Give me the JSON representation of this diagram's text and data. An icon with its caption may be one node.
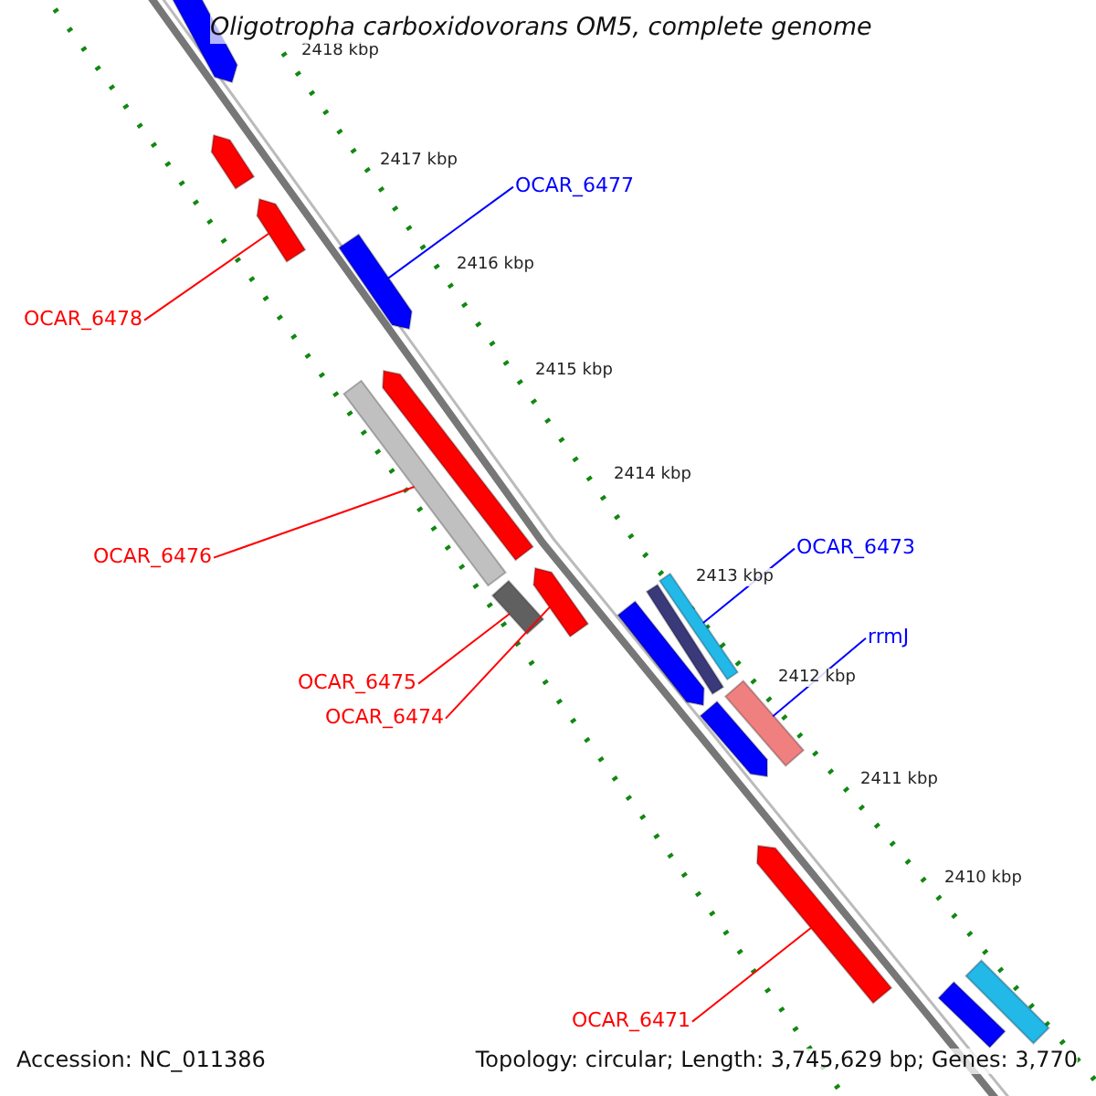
{
  "diagram": {
    "title": "Oligotropha carboxidovorans OM5, complete genome",
    "nodes": [
      {
        "text": [
          "OCAR_6477"
        ]
      },
      {
        "text": [
          "OCAR_6478"
        ]
      },
      {
        "text": [
          "OCAR_6473"
        ]
      },
      {
        "text": [
          "OCAR_6476"
        ]
      },
      {
        "text": [
          "rrmJ"
        ]
      },
      {
        "text": [
          "OCAR_6475"
        ]
      },
      {
        "text": [
          "OCAR_6474"
        ]
      },
      {
        "text": [
          "OCAR_6471"
        ]
      },
      {
        "text": [],
        "shape": "bar"
      },
      {
        "text": [],
        "shape": "bar"
      },
      {
        "text": [],
        "shape": "bar"
      },
      {
        "text": [],
        "shape": "bar"
      },
      {
        "text": [],
        "shape": "bar"
      },
      {
        "text": [],
        "shape": "bar"
      },
      {
        "text": [],
        "shape": "bar"
      },
      {
        "text": [],
        "shape": "bar"
      },
      {
        "text": [],
        "shape": "bar"
      },
      {
        "text": [],
        "shape": "bar"
      },
      {
        "text": [],
        "shape": "bar"
      },
      {
        "text": [],
        "shape": "bar"
      },
      {
        "text": [],
        "shape": "bar"
      },
      {
        "text": [],
        "shape": "bar"
      },
      {
        "text": [],
        "shape": "bar"
      },
      {
        "text": [],
        "shape": "bar"
      }
    ],
    "edges": [
      {
        "from": 0,
        "to": 11,
        "arrow": "none",
        "color": "#0000ff"
      },
      {
        "from": 1,
        "to": 10,
        "arrow": "none"
      },
      {
        "from": 2,
        "to": 18,
        "arrow": "none",
        "color": "#0000ff"
      },
      {
        "from": 3,
        "to": 12,
        "arrow": "none"
      },
      {
        "from": 4,
        "to": 19,
        "arrow": "none",
        "color": "#0000ff"
      },
      {
        "from": 5,
        "to": 14,
        "arrow": "none"
      },
      {
        "from": 6,
        "to": 15,
        "arrow": "none"
      },
      {
        "from": 7,
        "to": 21,
        "arrow": "none"
      }
    ],
    "labels": [
      "2418 kbp",
      "2417 kbp",
      "2416 kbp",
      "2415 kbp",
      "2414 kbp",
      "2413 kbp",
      "2412 kbp",
      "2411 kbp",
      "2410 kbp",
      "Accession: NC_011386",
      "Topology: circular; Length: 3,745,629 bp; Genes: 3,770"
    ]
  }
}
